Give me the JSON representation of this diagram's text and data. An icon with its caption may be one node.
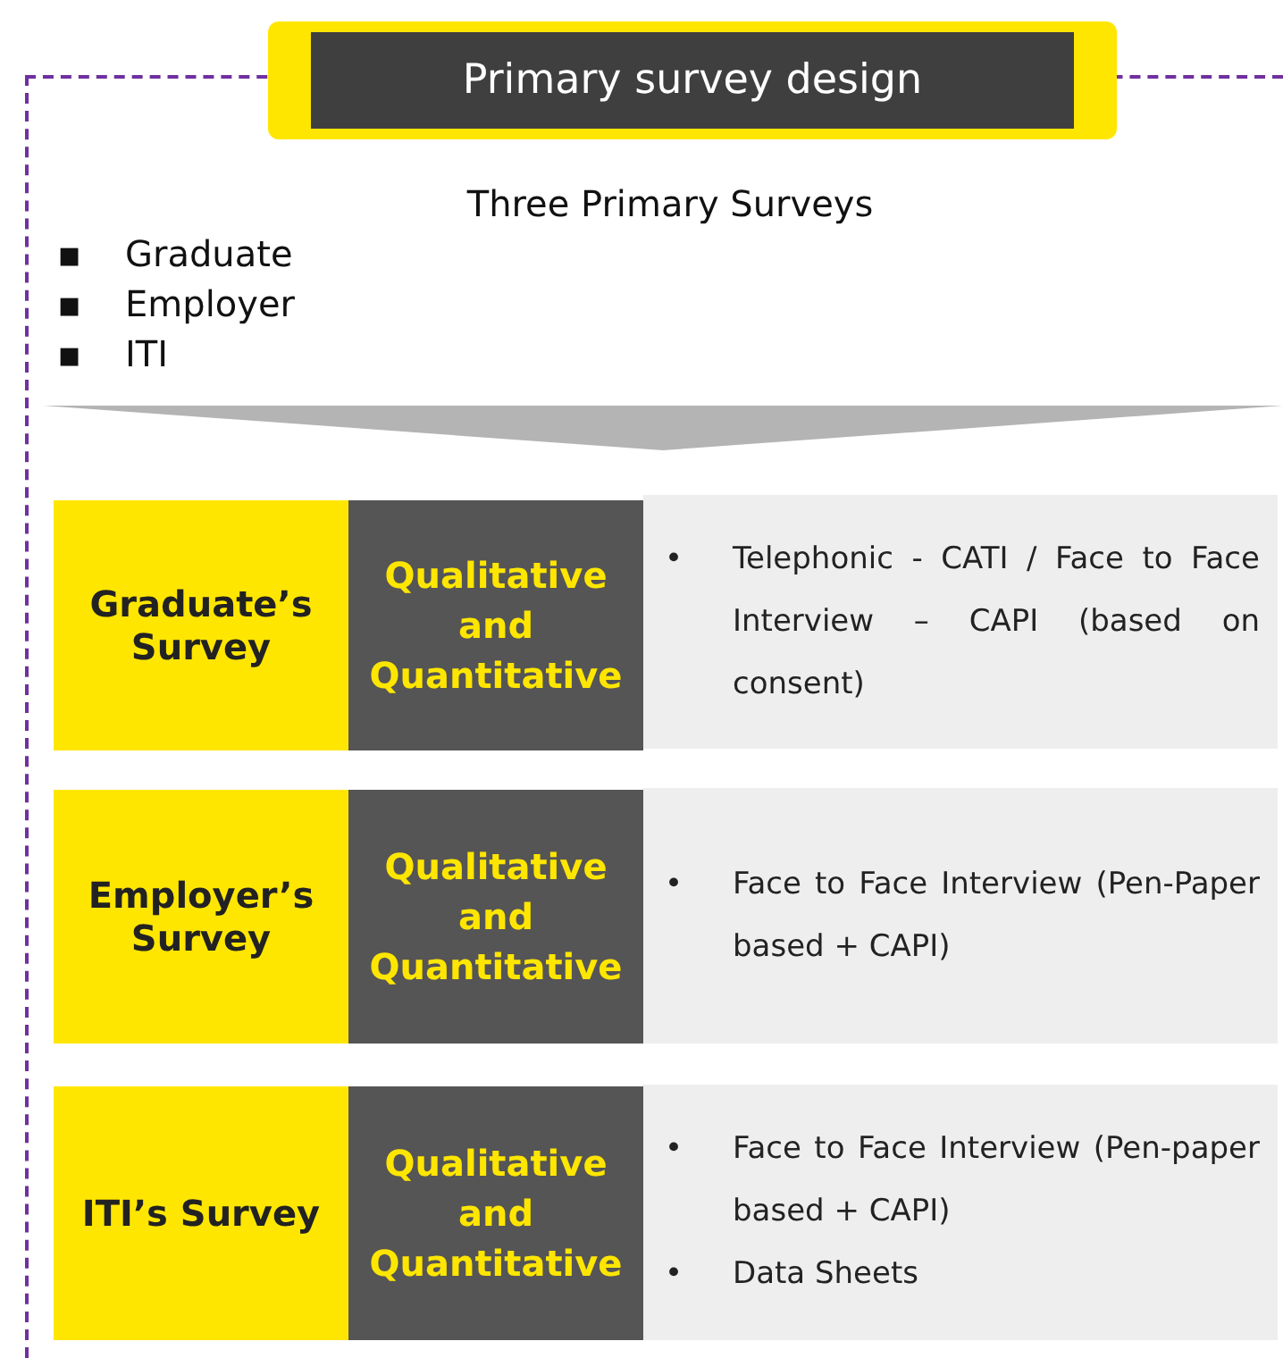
{
  "diagram": {
    "title": "Primary survey design",
    "nodes": [
      {
        "text": [],
        "shape": "box"
      },
      {
        "text": [
          "Graduate’s Survey"
        ],
        "in": 0
      },
      {
        "text": [
          "Qualitative and Quantitative"
        ],
        "in": 0
      },
      {
        "text": [
          "• Telephonic - CATI / Face to Face Interview – CAPI (based on consent)"
        ],
        "in": 0
      },
      {
        "text": [
          "Employer’s Survey"
        ],
        "in": 0
      },
      {
        "text": [
          "Qualitative and Quantitative"
        ],
        "in": 0
      },
      {
        "text": [
          "• Face to Face Interview (Pen-Paper based + CAPI)"
        ],
        "in": 0
      },
      {
        "text": [
          "ITI’s Survey"
        ],
        "in": 0
      },
      {
        "text": [
          "Qualitative and Quantitative"
        ],
        "in": 0
      },
      {
        "text": [
          "• Face to Face Interview (Pen-paper based + CAPI)",
          "• Data Sheets"
        ],
        "in": 0
      }
    ],
    "labels": [
      "Three Primary Surveys",
      "▪ Graduate",
      "▪ Employer",
      "▪ ITI"
    ]
  }
}
